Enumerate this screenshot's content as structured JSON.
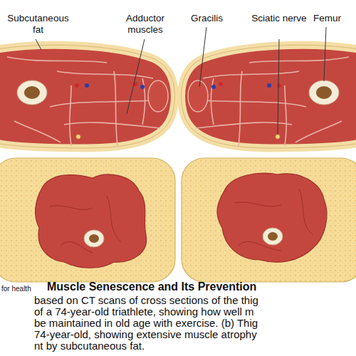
{
  "diagram": {
    "title": "Muscle Senescence and Its Prevention",
    "labels": [
      "Subcutaneous fat",
      "Adductor muscles",
      "Gracilis",
      "Sciatic nerve",
      "Femur",
      "for health",
      "based on CT scans of cross sections of the thig",
      "of a 74-year-old triathlete, showing how well m",
      "be maintained in old age with exercise. (b) Thig",
      "74-year-old, showing extensive muscle atrophy",
      "nt by subcutaneous fat."
    ]
  }
}
